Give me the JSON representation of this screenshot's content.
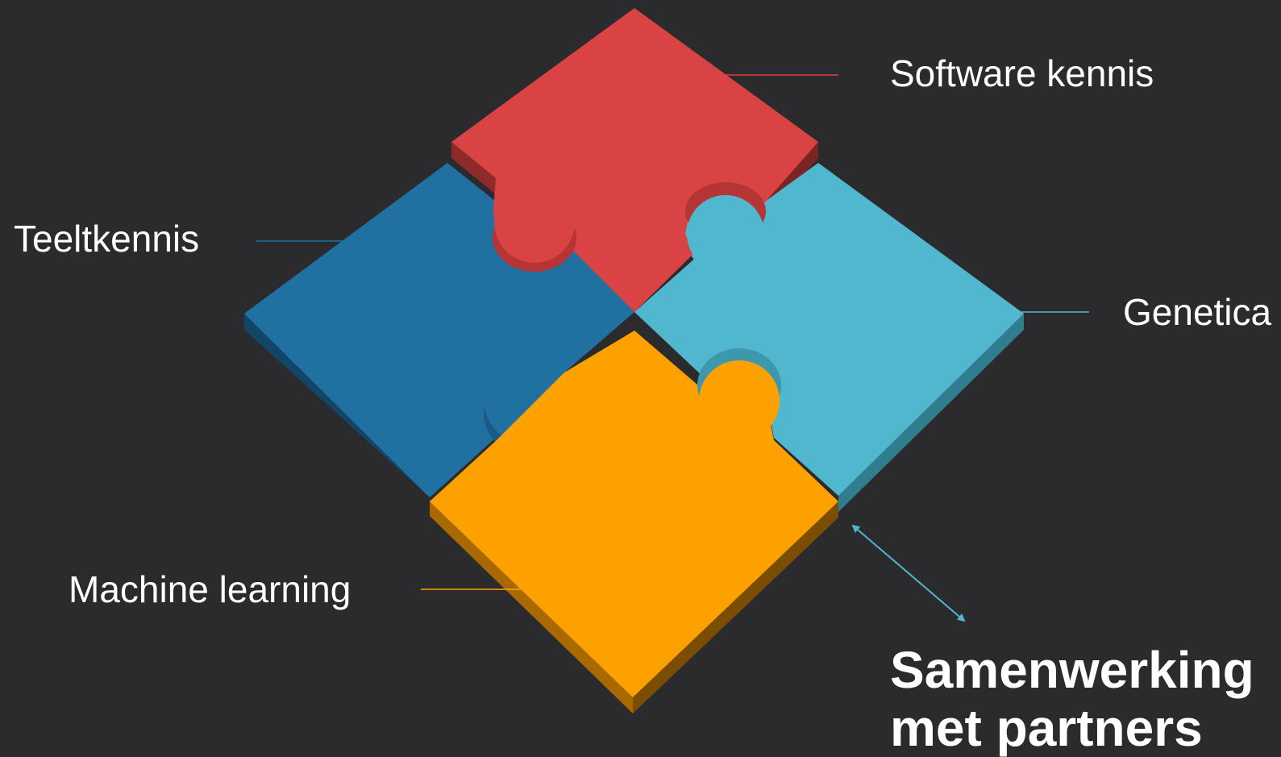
{
  "pieces": [
    {
      "label": "Software kennis",
      "color": "#d94343",
      "side_color": "#8f2a2a",
      "inner_color": "#b53535"
    },
    {
      "label": "Teeltkennis",
      "color": "#2071a2",
      "side_color": "#124566",
      "inner_color": "#185b85"
    },
    {
      "label": "Genetica",
      "color": "#50b7cf",
      "side_color": "#2f7d8f",
      "inner_color": "#3d97ad"
    },
    {
      "label": "Machine learning",
      "color": "#fda100",
      "side_color": "#a86a00",
      "inner_color": "#d98a00"
    }
  ],
  "callout": {
    "line1": "Samenwerking",
    "line2": "met partners",
    "arrow_color": "#50b7cf"
  },
  "background": "#2b2b2d"
}
